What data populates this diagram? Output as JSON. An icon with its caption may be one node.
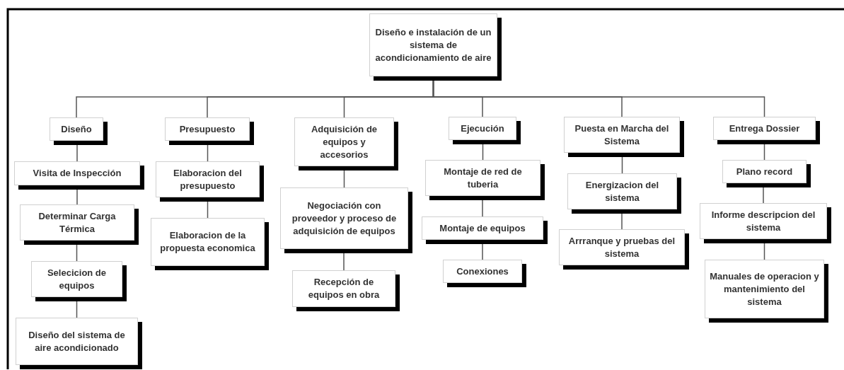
{
  "diagram": {
    "nodes": [
      {
        "text": [
          "Diseño e instalación de un sistema de acondicionamiento de aire"
        ]
      },
      {
        "text": [
          "Diseño"
        ]
      },
      {
        "text": [
          "Presupuesto"
        ]
      },
      {
        "text": [
          "Adquisición de equipos y accesorios"
        ]
      },
      {
        "text": [
          "Ejecución"
        ]
      },
      {
        "text": [
          "Puesta en Marcha del Sistema"
        ]
      },
      {
        "text": [
          "Entrega Dossier"
        ]
      },
      {
        "text": [
          "Visita de Inspección"
        ]
      },
      {
        "text": [
          "Determinar Carga Térmica"
        ]
      },
      {
        "text": [
          "Selecicion de equipos"
        ]
      },
      {
        "text": [
          "Diseño del sistema de aire acondicionado"
        ]
      },
      {
        "text": [
          "Elaboracion del presupuesto"
        ]
      },
      {
        "text": [
          "Elaboracion de la propuesta economica"
        ]
      },
      {
        "text": [
          "Negociación con proveedor y proceso de adquisición de equipos"
        ]
      },
      {
        "text": [
          "Recepción de equipos en obra"
        ]
      },
      {
        "text": [
          "Montaje de red de tuberia"
        ]
      },
      {
        "text": [
          "Montaje de equipos"
        ]
      },
      {
        "text": [
          "Conexiones"
        ]
      },
      {
        "text": [
          "Energizacion del sistema"
        ]
      },
      {
        "text": [
          "Arrranque y pruebas del sistema"
        ]
      },
      {
        "text": [
          "Plano record"
        ]
      },
      {
        "text": [
          "Informe descripcion del sistema"
        ]
      },
      {
        "text": [
          "Manuales de operacion y mantenimiento del sistema"
        ]
      }
    ],
    "edges": [
      {
        "from": 0,
        "to": 1,
        "arrow": "none"
      },
      {
        "from": 0,
        "to": 2,
        "arrow": "none"
      },
      {
        "from": 0,
        "to": 3,
        "arrow": "none"
      },
      {
        "from": 0,
        "to": 4,
        "arrow": "none"
      },
      {
        "from": 0,
        "to": 5,
        "arrow": "none"
      },
      {
        "from": 0,
        "to": 6,
        "arrow": "none"
      },
      {
        "from": 1,
        "to": 7,
        "arrow": "none"
      },
      {
        "from": 7,
        "to": 8,
        "arrow": "none"
      },
      {
        "from": 8,
        "to": 9,
        "arrow": "none"
      },
      {
        "from": 9,
        "to": 10,
        "arrow": "none"
      },
      {
        "from": 2,
        "to": 11,
        "arrow": "none"
      },
      {
        "from": 11,
        "to": 12,
        "arrow": "none"
      },
      {
        "from": 3,
        "to": 13,
        "arrow": "none"
      },
      {
        "from": 13,
        "to": 14,
        "arrow": "none"
      },
      {
        "from": 4,
        "to": 15,
        "arrow": "none"
      },
      {
        "from": 15,
        "to": 16,
        "arrow": "none"
      },
      {
        "from": 16,
        "to": 17,
        "arrow": "none"
      },
      {
        "from": 5,
        "to": 18,
        "arrow": "none"
      },
      {
        "from": 18,
        "to": 19,
        "arrow": "none"
      },
      {
        "from": 6,
        "to": 20,
        "arrow": "none"
      },
      {
        "from": 20,
        "to": 21,
        "arrow": "none"
      },
      {
        "from": 21,
        "to": 22,
        "arrow": "none"
      }
    ]
  }
}
